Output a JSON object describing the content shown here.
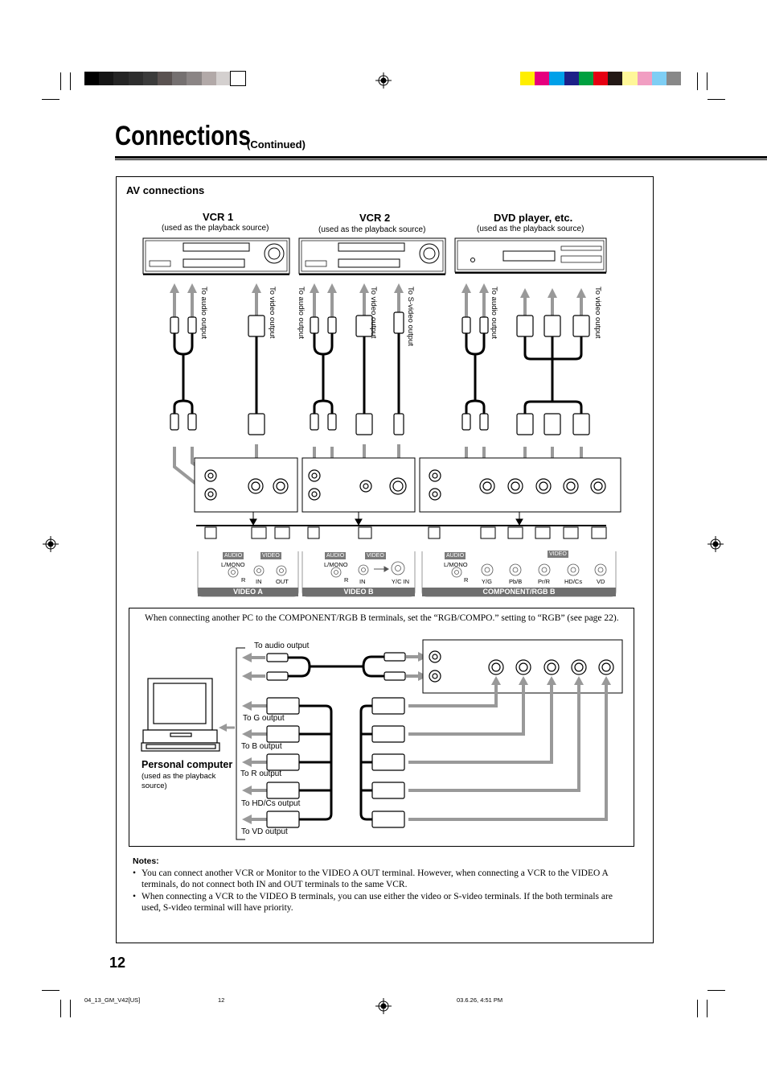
{
  "page": {
    "title": "Connections",
    "subtitle": "(Continued)",
    "page_number": "12",
    "footer": {
      "file": "04_13_GM_V42[US]",
      "page": "12",
      "date": "03.6.26, 4:51 PM"
    }
  },
  "registration": {
    "gray_swatches": [
      "#000000",
      "#151515",
      "#242424",
      "#2e2e2e",
      "#3b3b3b",
      "#5a5251",
      "#757070",
      "#8b8585",
      "#b2a9a8",
      "#d4d0cf",
      "#ffffff"
    ],
    "color_swatches": [
      "#ffee00",
      "#e6007e",
      "#00a0e9",
      "#1d2088",
      "#00a040",
      "#e60012",
      "#231815",
      "#fff799",
      "#f19ec2",
      "#7ecef4",
      "#888888"
    ]
  },
  "av": {
    "heading": "AV connections",
    "devices": [
      {
        "title": "VCR 1",
        "sub": "(used as the playback source)"
      },
      {
        "title": "VCR 2",
        "sub": "(used as the playback source)"
      },
      {
        "title": "DVD player, etc.",
        "sub": "(used as the playback source)"
      }
    ],
    "cable_labels": {
      "vcr1_audio": "To audio output",
      "vcr1_video": "To video output",
      "vcr2_audio": "To audio output",
      "vcr2_video": "To video output",
      "vcr2_svideo": "To S-video output",
      "dvd_audio": "To audio output",
      "dvd_video": "To video output"
    },
    "panels": {
      "video_a": {
        "name": "VIDEO A",
        "audio": "AUDIO",
        "lmono": "L/MONO",
        "r": "R",
        "video": "VIDEO",
        "in": "IN",
        "out": "OUT"
      },
      "video_b": {
        "name": "VIDEO B",
        "audio": "AUDIO",
        "lmono": "L/MONO",
        "r": "R",
        "video": "VIDEO",
        "in": "IN",
        "yc": "Y/C IN"
      },
      "component": {
        "name": "COMPONENT/RGB B",
        "audio": "AUDIO",
        "lmono": "L/MONO",
        "r": "R",
        "video": "VIDEO",
        "ports": [
          "Y/G",
          "Pb/B",
          "Pr/R",
          "HD/Cs",
          "VD"
        ]
      }
    }
  },
  "pc": {
    "instruction": "When connecting another PC to the COMPONENT/RGB B terminals, set the “RGB/COMPO.” setting to “RGB” (see page 22).",
    "label": "Personal computer",
    "sub": "(used as the playback source)",
    "audio_label": "To audio output",
    "outputs": [
      "To G output",
      "To B output",
      "To R output",
      "To HD/Cs output",
      "To  VD output"
    ]
  },
  "notes": {
    "heading": "Notes:",
    "items": [
      "You can connect another VCR or Monitor to the VIDEO A OUT terminal. However, when connecting a VCR to the VIDEO A terminals, do not connect both IN and OUT terminals to the same VCR.",
      "When connecting a VCR to the VIDEO B terminals, you can use either the video or S-video terminals. If the both terminals are used, S-video terminal will have priority."
    ]
  }
}
